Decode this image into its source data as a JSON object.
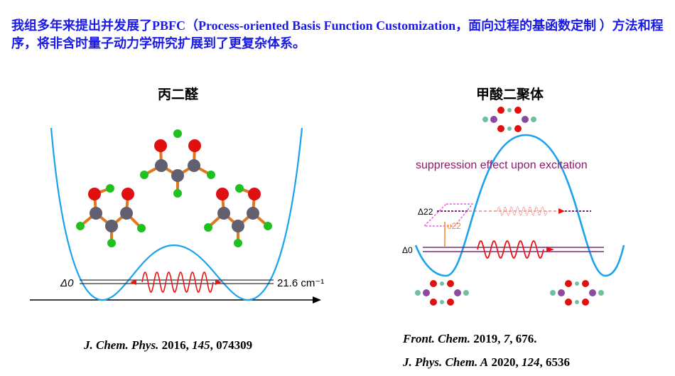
{
  "intro_text": "我组多年来提出并发展了PBFC（Process-oriented Basis Function Customization，面向过程的基函数定制 ）方法和程序，将非含时量子动力学研究扩展到了更复杂体系。",
  "left_figure": {
    "title": "丙二醛",
    "delta_label": "Δ0",
    "splitting_label": "21.6 cm⁻¹",
    "citation": {
      "journal": "J. Chem. Phys.",
      "year": "2016,",
      "volume": "145",
      "pages": ", 074309"
    }
  },
  "right_figure": {
    "title": "甲酸二聚体",
    "annotation": "suppression effect upon excitation",
    "delta22_label": "Δ22",
    "nu22_label": "υ22",
    "delta0_label": "Δ0",
    "citations": [
      {
        "journal": "Front. Chem.",
        "year": "2019,",
        "volume": "7",
        "pages": ", 676."
      },
      {
        "journal": "J. Phys. Chem. A",
        "year": "2020,",
        "volume": "124",
        "pages": ", 6536"
      }
    ]
  },
  "colors": {
    "intro": "#1a1ae6",
    "curve": "#1aa3ee",
    "wave": "#ee1111",
    "annotation": "#8b1a6b"
  }
}
